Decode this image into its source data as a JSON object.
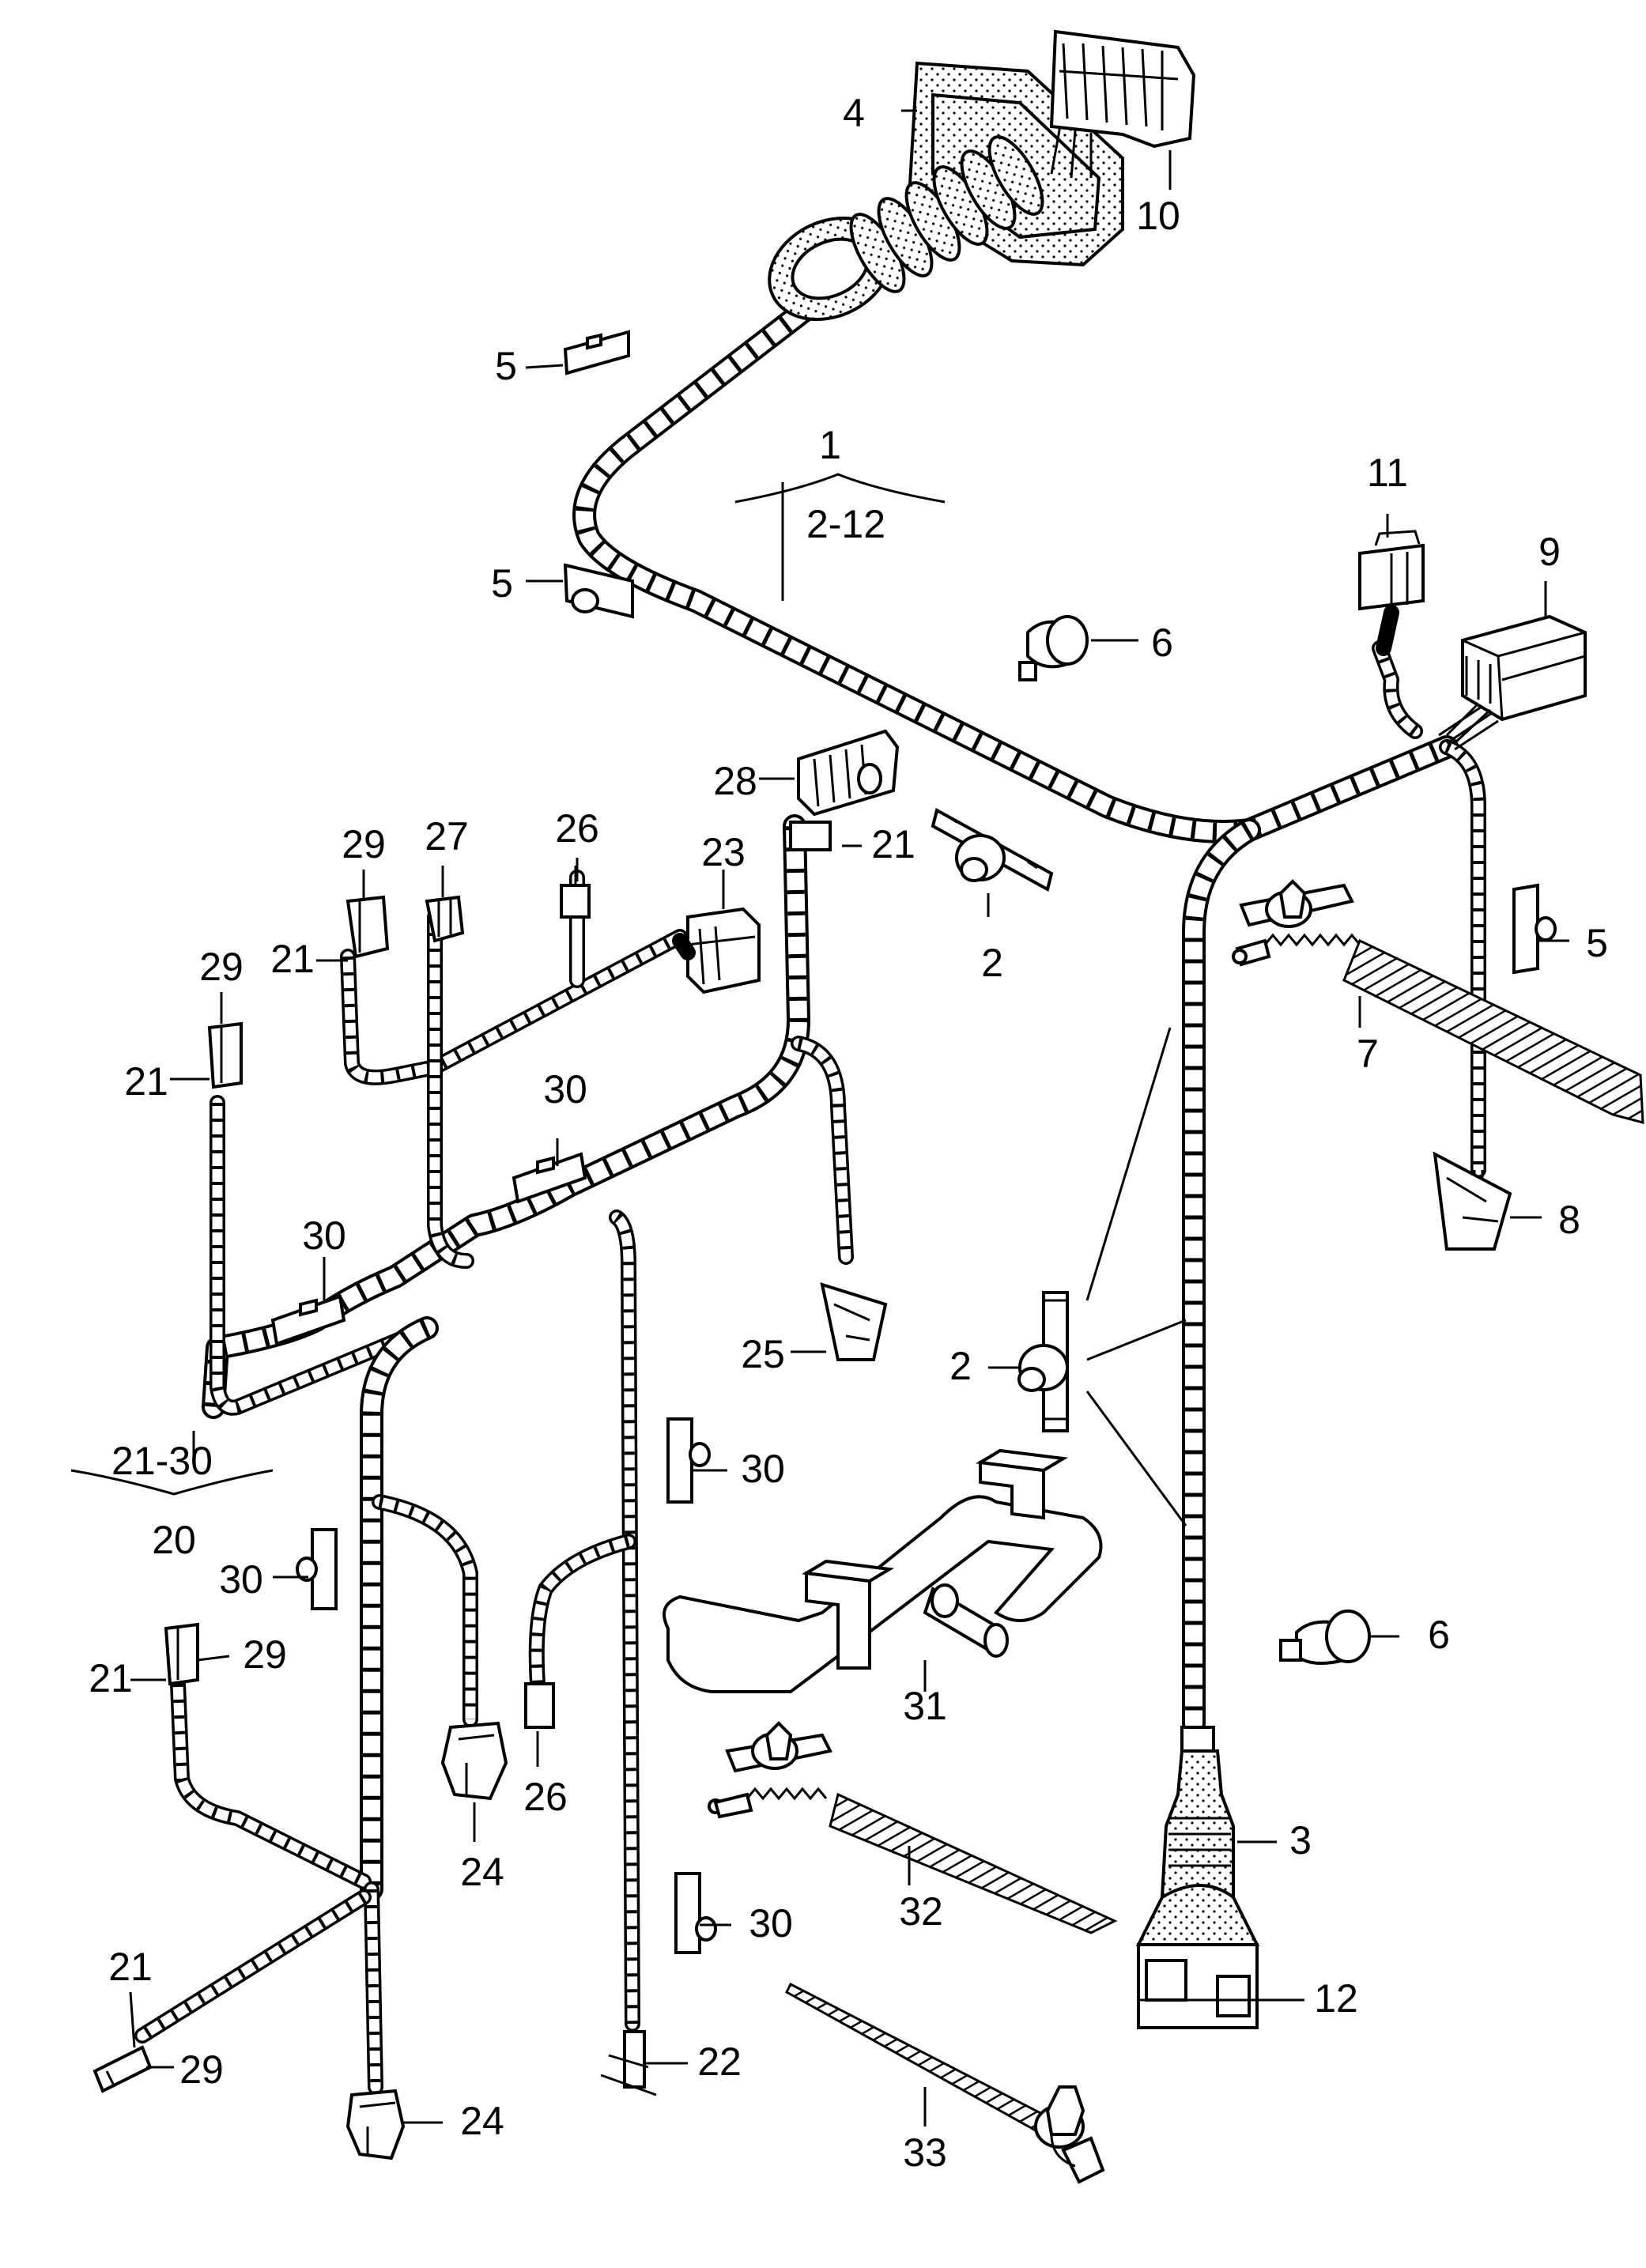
{
  "callouts": {
    "c1": "1",
    "c2_12": "2-12",
    "c2a": "2",
    "c2b": "2",
    "c3": "3",
    "c4": "4",
    "c5a": "5",
    "c5b": "5",
    "c5c": "5",
    "c6a": "6",
    "c6b": "6",
    "c7": "7",
    "c8": "8",
    "c9": "9",
    "c10": "10",
    "c11": "11",
    "c12": "12",
    "c20": "20",
    "c21_30": "21-30",
    "c21a": "21",
    "c21b": "21",
    "c21c": "21",
    "c21d": "21",
    "c21e": "21",
    "c22": "22",
    "c23": "23",
    "c24a": "24",
    "c24b": "24",
    "c25": "25",
    "c26a": "26",
    "c26b": "26",
    "c27": "27",
    "c28": "28",
    "c29a": "29",
    "c29b": "29",
    "c29c": "29",
    "c29d": "29",
    "c30a": "30",
    "c30b": "30",
    "c30c": "30",
    "c30d": "30",
    "c30e": "30",
    "c31": "31",
    "c32": "32",
    "c33": "33"
  }
}
